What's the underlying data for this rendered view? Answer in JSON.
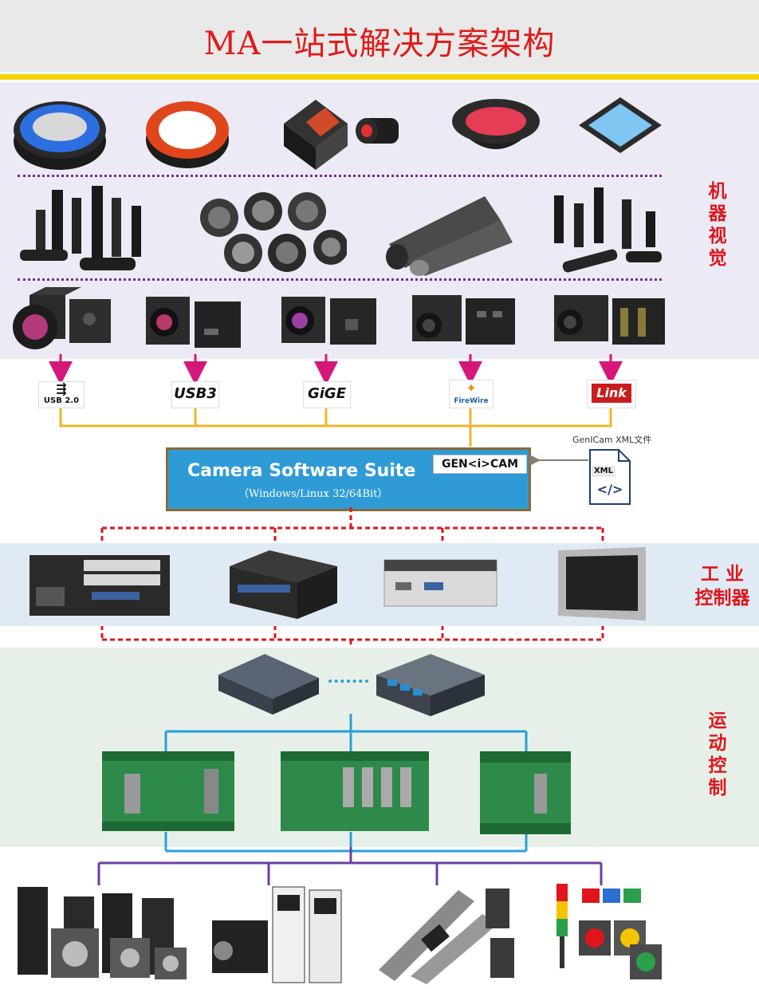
{
  "title": "MA一站式解决方案架构",
  "sections": {
    "vision": "机\n器\n视\n觉",
    "controller_line1": "工  业",
    "controller_line2": "控制器",
    "motion": "运\n动\n控\n制"
  },
  "interfaces": [
    "USB 2.0",
    "USB3",
    "GiGE",
    "FireWire",
    "Link"
  ],
  "software": {
    "title": "Camera Software Suite",
    "subtitle": "（Windows/Linux 32/64Bit）",
    "genicam": "GEN<i>CAM",
    "xml_note": "GenICam XML文件",
    "xml_label": "XML",
    "xml_symbol": "</>"
  },
  "colors": {
    "title_red": "#e01a1a",
    "yellow_rule": "#f5d300",
    "arrow_magenta": "#d6177a",
    "bus_orange": "#f0b429",
    "red_dashed": "#e0151b",
    "blue_tree": "#2a9fd8",
    "purple_tree": "#6b3fa0",
    "suite_blue": "#2f9bd6"
  }
}
